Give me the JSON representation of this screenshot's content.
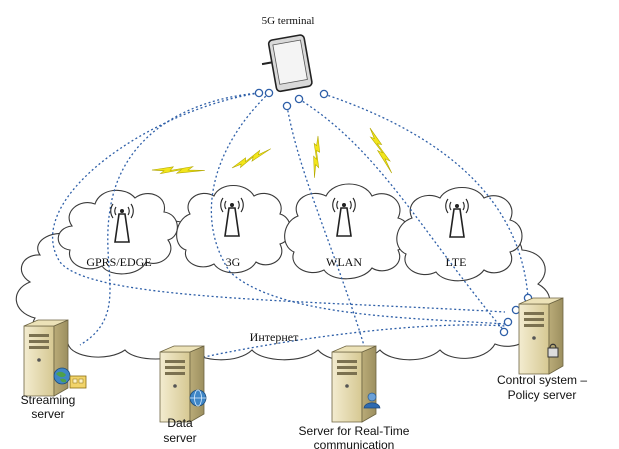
{
  "terminal": {
    "label": "5G terminal"
  },
  "networks": [
    {
      "label": "GPRS/EDGE"
    },
    {
      "label": "3G"
    },
    {
      "label": "WLAN"
    },
    {
      "label": "LTE"
    }
  ],
  "internet": {
    "label": "Интернет"
  },
  "servers": {
    "streaming": {
      "line1": "Streaming",
      "line2": "server"
    },
    "data": {
      "line1": "Data",
      "line2": "server"
    },
    "realtime": {
      "line1": "Server for Real-Time",
      "line2": "communication"
    },
    "control": {
      "line1": "Control system –",
      "line2": "Policy server"
    }
  },
  "colors": {
    "link": "#2e5fa8",
    "bolt": "#f2e51b",
    "server_body": "#e4d7a8"
  },
  "icons": {
    "terminal": "tablet-device-icon",
    "antenna": "antenna-tower-icon",
    "server": "server-tower-icon",
    "globe": "globe-icon",
    "user": "user-icon",
    "lock": "lock-icon",
    "bolt": "lightning-bolt-icon"
  }
}
